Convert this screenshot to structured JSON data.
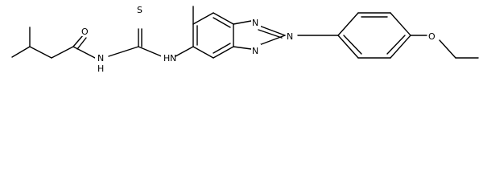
{
  "structure": {
    "atoms": {
      "O1": "O",
      "S1": "S",
      "N_amide": "N",
      "H_amide": "H",
      "N_thio": "N",
      "H_thio": "H",
      "N_top": "N",
      "N_mid": "N",
      "N_bot": "N",
      "O_ether": "O"
    }
  }
}
